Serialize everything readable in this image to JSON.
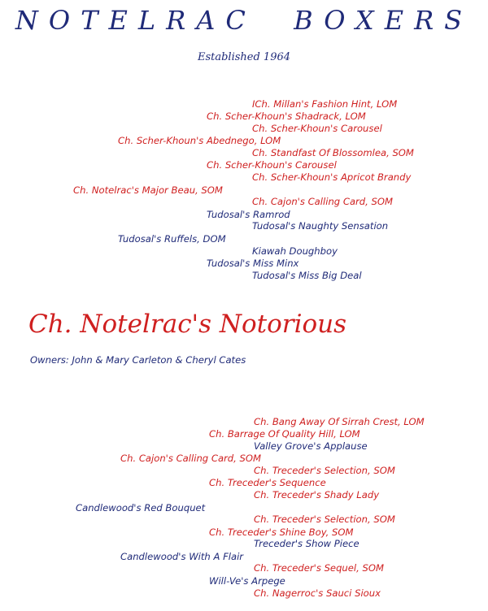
{
  "header": {
    "kennel_name": "NOTELRAC  BOXERS",
    "established": "Established 1964"
  },
  "colors": {
    "red": "#cf1f1f",
    "blue": "#1f2a78"
  },
  "dog": {
    "name": "Ch. Notelrac's Notorious",
    "owners": "Owners: John & Mary Carleton & Cheryl Cates"
  },
  "sire_pedigree": [
    {
      "name": "ICh. Millan's Fashion Hint, LOM",
      "color": "red"
    },
    {
      "name": "Ch. Scher-Khoun's Shadrack, LOM",
      "color": "red"
    },
    {
      "name": "Ch. Scher-Khoun's Carousel",
      "color": "red"
    },
    {
      "name": "Ch. Scher-Khoun's Abednego, LOM",
      "color": "red"
    },
    {
      "name": "Ch. Standfast Of Blossomlea, SOM",
      "color": "red"
    },
    {
      "name": "Ch. Scher-Khoun's Carousel",
      "color": "red"
    },
    {
      "name": "Ch. Scher-Khoun's Apricot Brandy",
      "color": "red"
    },
    {
      "name": "Ch. Notelrac's Major Beau, SOM",
      "color": "red"
    },
    {
      "name": "Ch. Cajon's Calling Card, SOM",
      "color": "red"
    },
    {
      "name": "Tudosal's Ramrod",
      "color": "blue"
    },
    {
      "name": "Tudosal's Naughty Sensation",
      "color": "blue"
    },
    {
      "name": "Tudosal's Ruffels, DOM",
      "color": "blue"
    },
    {
      "name": "Kiawah Doughboy",
      "color": "blue"
    },
    {
      "name": "Tudosal's Miss Minx",
      "color": "blue"
    },
    {
      "name": "Tudosal's Miss Big Deal",
      "color": "blue"
    }
  ],
  "dam_pedigree": [
    {
      "name": "Ch. Bang Away Of Sirrah Crest, LOM",
      "color": "red"
    },
    {
      "name": "Ch. Barrage Of Quality Hill, LOM",
      "color": "red"
    },
    {
      "name": "Valley Grove's Applause",
      "color": "blue"
    },
    {
      "name": "Ch. Cajon's Calling Card, SOM",
      "color": "red"
    },
    {
      "name": "Ch. Treceder's Selection, SOM",
      "color": "red"
    },
    {
      "name": "Ch. Treceder's Sequence",
      "color": "red"
    },
    {
      "name": "Ch. Treceder's Shady Lady",
      "color": "red"
    },
    {
      "name": "Candlewood's Red Bouquet",
      "color": "blue"
    },
    {
      "name": "Ch. Treceder's Selection, SOM",
      "color": "red"
    },
    {
      "name": "Ch. Treceder's Shine Boy, SOM",
      "color": "red"
    },
    {
      "name": "Treceder's Show Piece",
      "color": "blue"
    },
    {
      "name": "Candlewood's With A Flair",
      "color": "blue"
    },
    {
      "name": "Ch. Treceder's Sequel, SOM",
      "color": "red"
    },
    {
      "name": "Will-Ve's Arpege",
      "color": "blue"
    },
    {
      "name": "Ch. Nagerroc's Sauci Sioux",
      "color": "red"
    }
  ]
}
